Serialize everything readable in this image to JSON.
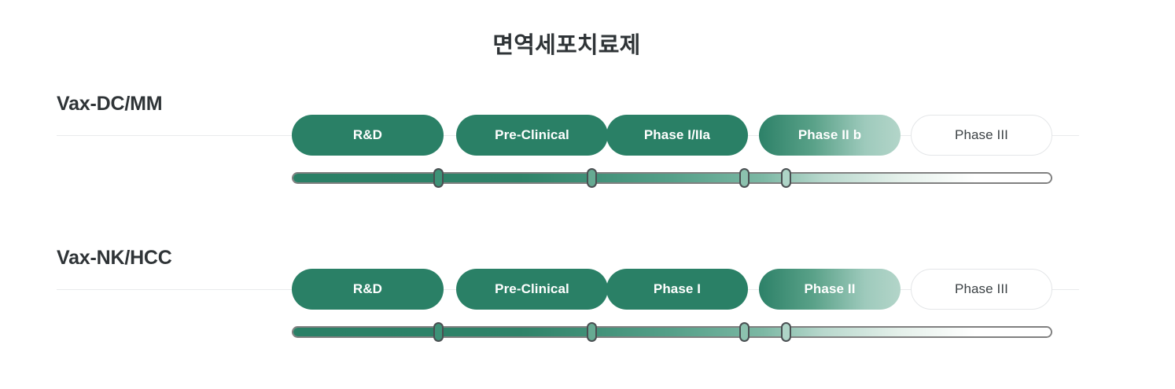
{
  "header": {
    "title": "면역세포치료제"
  },
  "colors": {
    "brand_green": "#2a8066",
    "gradient_light": "#b3d5c9",
    "text_dark": "#2f3437",
    "rule": "#e9eaec",
    "track_outline": "#808080",
    "marker_outline": "#4a4f52"
  },
  "pipelines": [
    {
      "name": "Vax-DC/MM",
      "stages": [
        {
          "label": "R&D",
          "state": "completed"
        },
        {
          "label": "Pre-Clinical",
          "state": "completed"
        },
        {
          "label": "Phase I/IIa",
          "state": "completed"
        },
        {
          "label": "Phase II b",
          "state": "in-progress"
        },
        {
          "label": "Phase III",
          "state": "upcoming"
        }
      ],
      "progress": {
        "markers": [
          "R&D",
          "Pre-Clinical",
          "Phase I/IIa",
          "Phase II b"
        ],
        "percent": 66
      }
    },
    {
      "name": "Vax-NK/HCC",
      "stages": [
        {
          "label": "R&D",
          "state": "completed"
        },
        {
          "label": "Pre-Clinical",
          "state": "completed"
        },
        {
          "label": "Phase I",
          "state": "completed"
        },
        {
          "label": "Phase II",
          "state": "in-progress"
        },
        {
          "label": "Phase III",
          "state": "upcoming"
        }
      ],
      "progress": {
        "markers": [
          "R&D",
          "Pre-Clinical",
          "Phase I",
          "Phase II"
        ],
        "percent": 66
      }
    }
  ]
}
